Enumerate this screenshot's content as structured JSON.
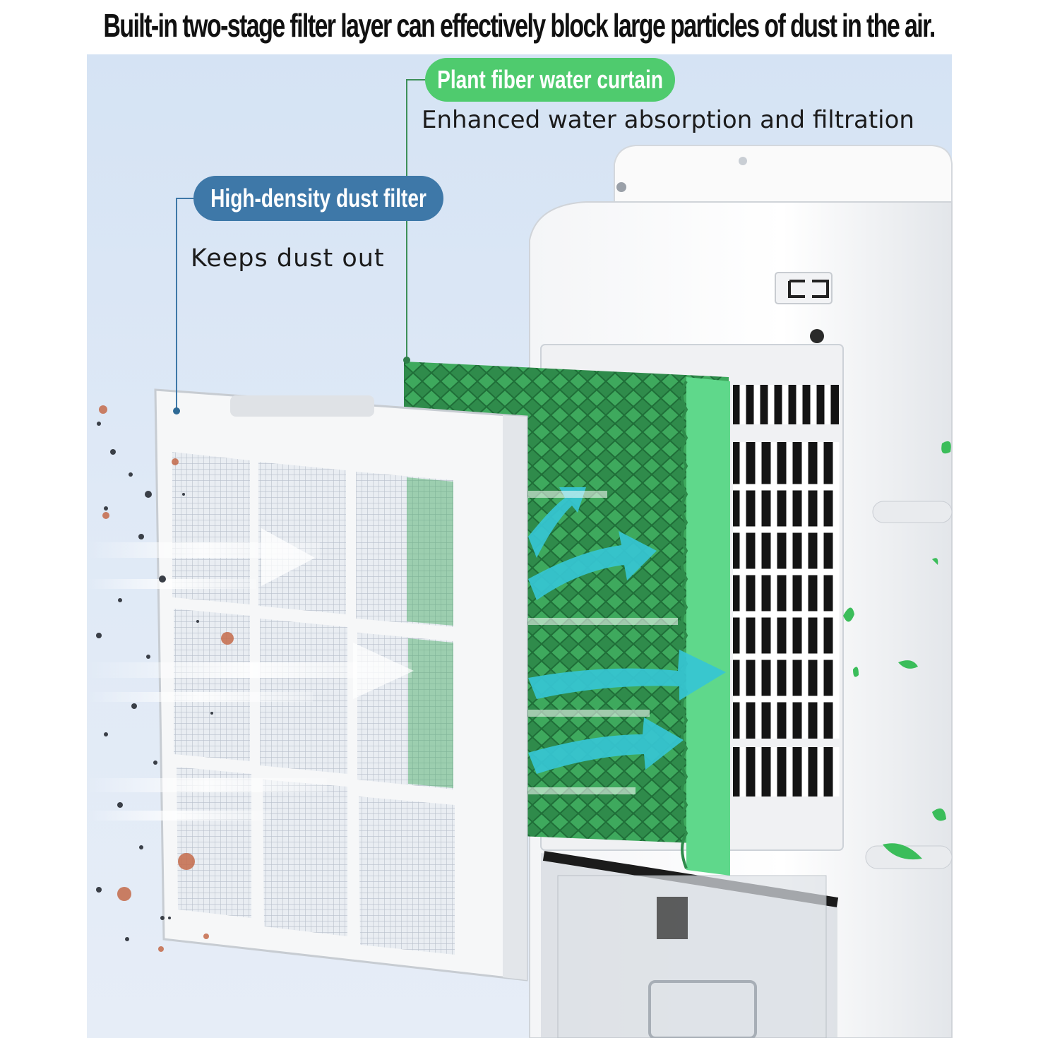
{
  "headline": "Built-in two-stage filter layer can effectively block large particles of dust in the air.",
  "callouts": {
    "water_curtain": {
      "title": "Plant fiber water curtain",
      "description": "Enhanced water absorption and filtration"
    },
    "dust_filter": {
      "title": "High-density dust filter",
      "description": "Keeps dust out"
    }
  },
  "colors": {
    "water_curtain_accent": "#4fcb6e",
    "dust_filter_accent": "#3e78a8",
    "airflow_arrow": "#36c6d4",
    "background": "#dbe7f5"
  },
  "icons": [
    "air-cooler-unit",
    "dust-filter-frame",
    "water-curtain-honeycomb",
    "airflow-arrow",
    "dust-particles",
    "leaf-icon"
  ]
}
